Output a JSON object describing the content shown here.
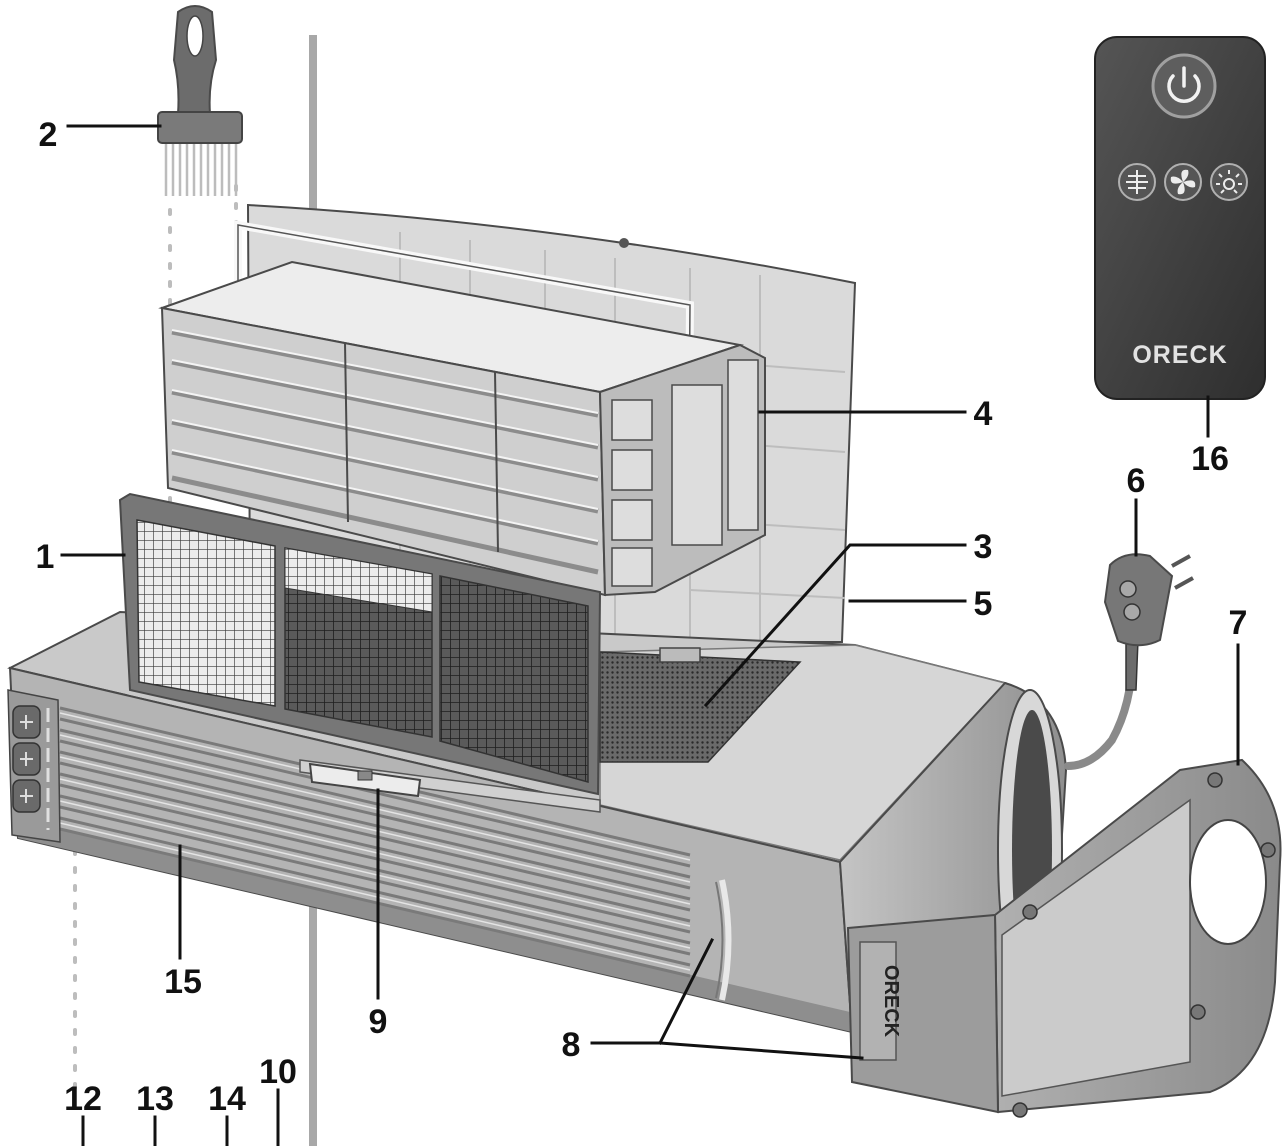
{
  "callouts": {
    "c1": "1",
    "c2": "2",
    "c3": "3",
    "c4": "4",
    "c5": "5",
    "c6": "6",
    "c7": "7",
    "c8": "8",
    "c9": "9",
    "c10": "10",
    "c12": "12",
    "c13": "13",
    "c14": "14",
    "c15": "15",
    "c16": "16"
  },
  "remote": {
    "logo": "ORECK",
    "icons": [
      "power-icon",
      "ionizer-icon",
      "fan-icon",
      "light-icon"
    ]
  },
  "end_cap": {
    "logo": "ORECK"
  },
  "colors": {
    "remote_body": "#3f3f3f",
    "unit_body": "#b8b8b8",
    "leader_lines": "#111111",
    "divider_bar": "#a8a8a8"
  }
}
